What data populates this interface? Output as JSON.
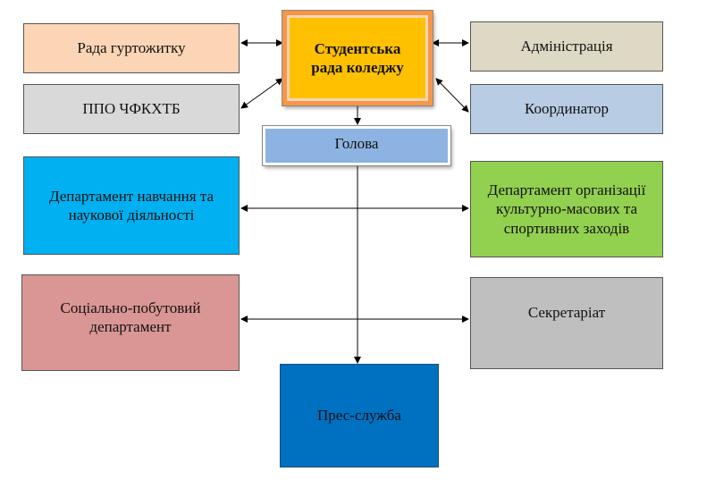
{
  "diagram": {
    "nodes": [
      {
        "id": "rada-hurtozhytku",
        "label": "Рада гуртожитку",
        "fill": "#FBD5B5"
      },
      {
        "id": "ppo",
        "label": "ППО ЧФКХТБ",
        "fill": "#D9D9D9"
      },
      {
        "id": "studentska-rada",
        "label": "Студентська рада коледжу",
        "fill": "#FFC000",
        "border": "#F79646"
      },
      {
        "id": "administratsiia",
        "label": "Адміністрація",
        "fill": "#DDD9C4"
      },
      {
        "id": "koordynator",
        "label": "Координатор",
        "fill": "#B8CCE4"
      },
      {
        "id": "holova",
        "label": "Голова",
        "fill": "#8DB3E2"
      },
      {
        "id": "dep-navchannia",
        "label": "Департамент навчання та наукової діяльності",
        "fill": "#00B0F0"
      },
      {
        "id": "dep-kulturno",
        "label": "Департамент організації культурно-масових та спортивних заходів",
        "fill": "#92D050"
      },
      {
        "id": "dep-sotsialno",
        "label": "Соціально-побутовий департамент",
        "fill": "#DA9694"
      },
      {
        "id": "sekretariat",
        "label": "Секретаріат",
        "fill": "#BFBFBF"
      },
      {
        "id": "pres-sluzhba",
        "label": "Прес-служба",
        "fill": "#0070C0"
      }
    ],
    "edges": [
      {
        "from": "studentska-rada",
        "to": "rada-hurtozhytku",
        "bidirectional": true
      },
      {
        "from": "studentska-rada",
        "to": "administratsiia",
        "bidirectional": true
      },
      {
        "from": "studentska-rada",
        "to": "ppo",
        "bidirectional": true
      },
      {
        "from": "studentska-rada",
        "to": "koordynator",
        "bidirectional": true
      },
      {
        "from": "studentska-rada",
        "to": "holova",
        "bidirectional": false
      },
      {
        "from": "holova",
        "to": "pres-sluzhba",
        "bidirectional": false
      },
      {
        "from": "dep-navchannia",
        "to": "dep-kulturno",
        "bidirectional": true
      },
      {
        "from": "dep-sotsialno",
        "to": "sekretariat",
        "bidirectional": true
      }
    ]
  }
}
